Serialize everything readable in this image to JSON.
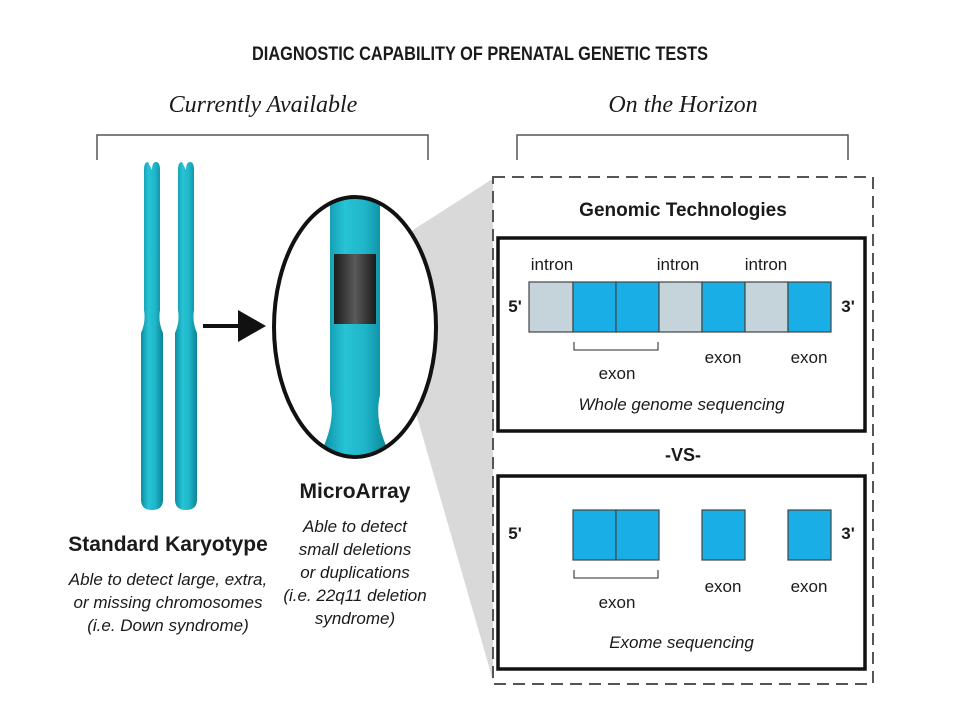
{
  "title": "DIAGNOSTIC CAPABILITY OF PRENATAL GENETIC TESTS",
  "sections": {
    "current": "Currently Available",
    "horizon": "On the Horizon"
  },
  "karyotype": {
    "label": "Standard Karyotype",
    "desc_lines": [
      "Able to detect large, extra,",
      "or missing chromosomes",
      "(i.e. Down syndrome)"
    ]
  },
  "microarray": {
    "label": "MicroArray",
    "desc_lines": [
      "Able to detect",
      "small deletions",
      "or duplications",
      "(i.e. 22q11 deletion",
      "syndrome)"
    ]
  },
  "genomic": {
    "title": "Genomic Technologies",
    "vs": "-VS-",
    "whole": {
      "five_prime": "5'",
      "three_prime": "3'",
      "intron_labels": [
        "intron",
        "intron",
        "intron"
      ],
      "exon_labels": [
        "exon",
        "exon",
        "exon"
      ],
      "caption": "Whole genome sequencing"
    },
    "exome": {
      "five_prime": "5'",
      "three_prime": "3'",
      "exon_labels": [
        "exon",
        "exon",
        "exon"
      ],
      "caption": "Exome sequencing"
    }
  },
  "colors": {
    "chromosome": "#1fb5c8",
    "chromosome_dark": "#0e8fa3",
    "exon": "#1aaee6",
    "intron": "#c5d3da",
    "callout_gray": "#d9d9d9",
    "band": "#2b2b2b"
  }
}
